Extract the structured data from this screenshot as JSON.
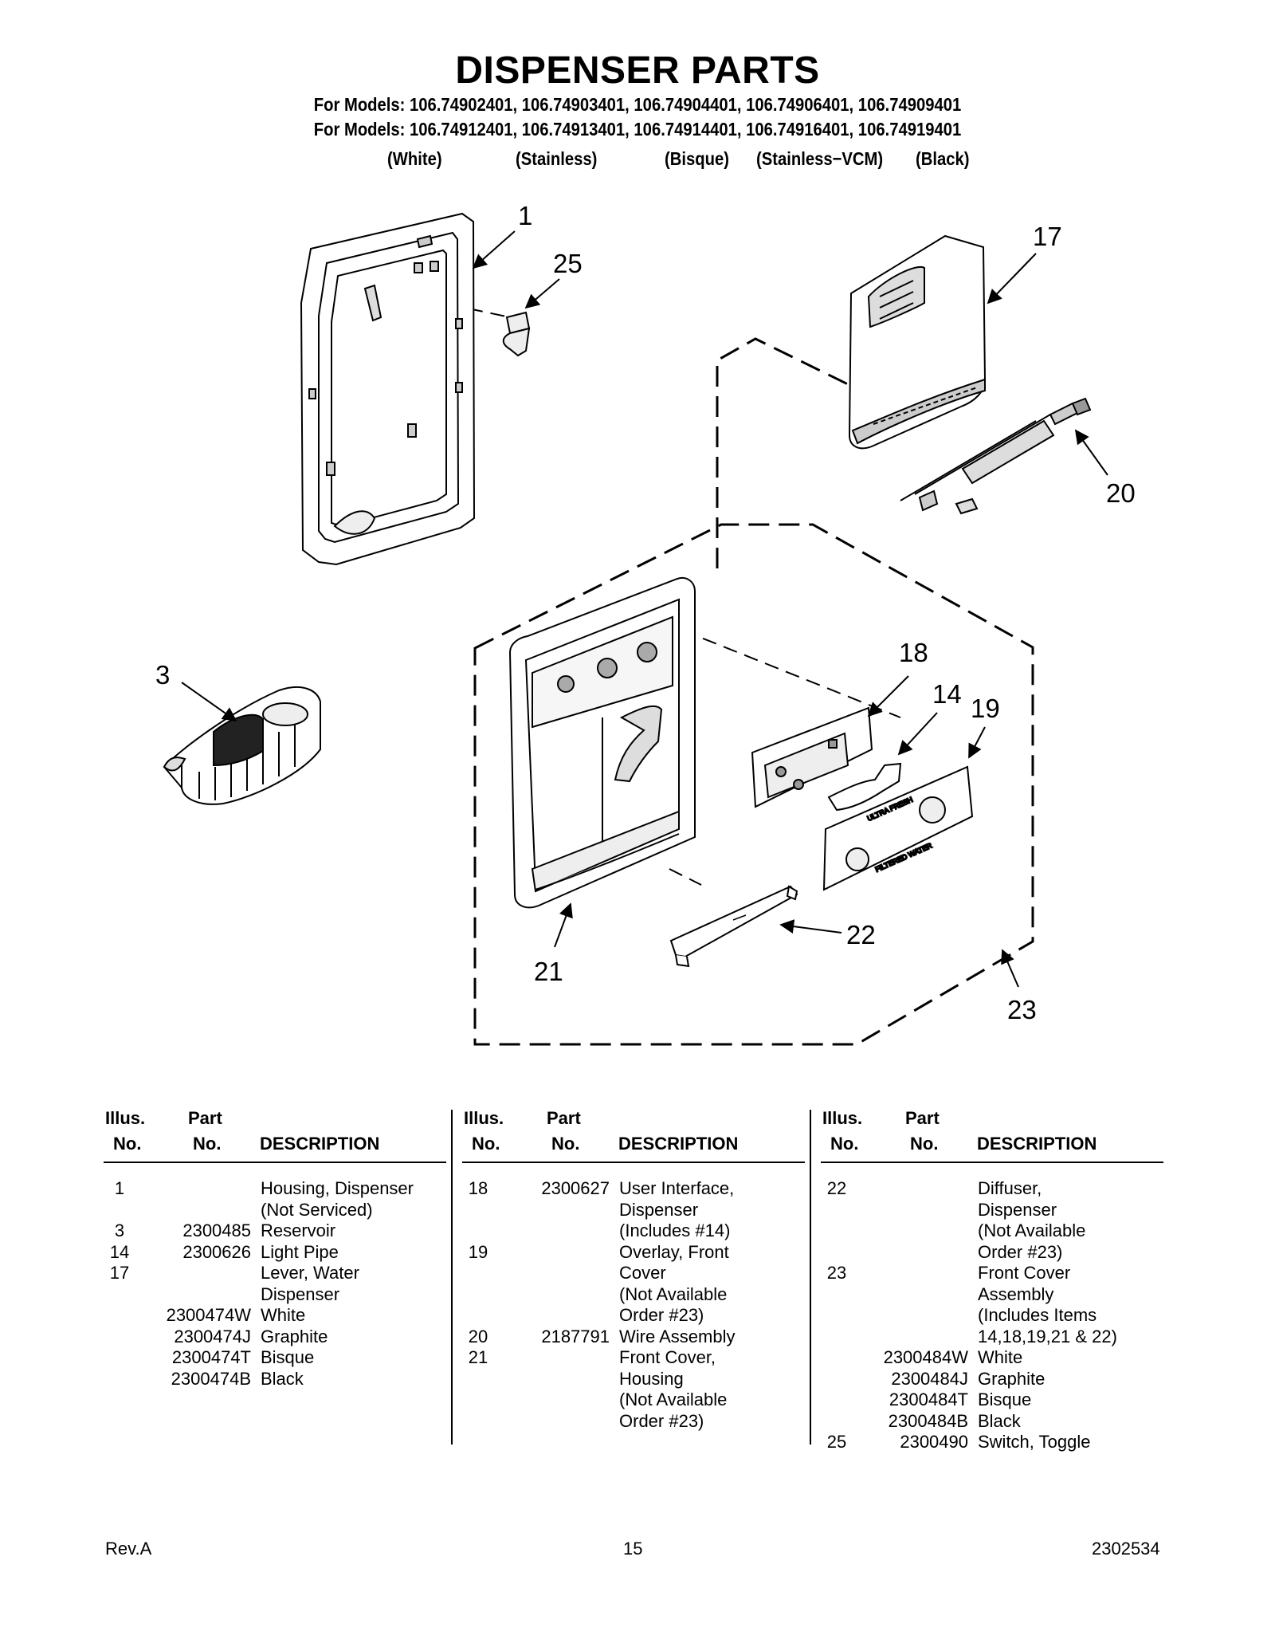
{
  "header": {
    "title": "DISPENSER PARTS",
    "models_line1": "For Models: 106.74902401, 106.74903401, 106.74904401, 106.74906401, 106.74909401",
    "models_line2": "For Models: 106.74912401, 106.74913401, 106.74914401, 106.74916401, 106.74919401",
    "variants": [
      "(White)",
      "(Stainless)",
      "(Bisque)",
      "(Stainless−VCM)",
      "(Black)"
    ]
  },
  "diagram": {
    "callouts": [
      "1",
      "25",
      "17",
      "20",
      "3",
      "18",
      "14",
      "19",
      "22",
      "21",
      "23"
    ],
    "overlay_text": {
      "ultra_fresh": "ULTRA FRESH",
      "filtered_water": "FILTERED WATER"
    }
  },
  "table": {
    "headers": {
      "illus_top": "Illus.",
      "illus_bottom": "No.",
      "part_top": "Part",
      "part_bottom": "No.",
      "description": "DESCRIPTION"
    },
    "columns": [
      [
        {
          "illus": "1",
          "part": "",
          "desc": "Housing, Dispenser"
        },
        {
          "illus": "",
          "part": "",
          "desc": "(Not Serviced)"
        },
        {
          "illus": "3",
          "part": "2300485",
          "desc": "Reservoir"
        },
        {
          "illus": "14",
          "part": "2300626",
          "desc": "Light Pipe"
        },
        {
          "illus": "17",
          "part": "",
          "desc": "Lever, Water"
        },
        {
          "illus": "",
          "part": "",
          "desc": "Dispenser"
        },
        {
          "illus": "",
          "part": "2300474W",
          "desc": "White"
        },
        {
          "illus": "",
          "part": "2300474J",
          "desc": "Graphite"
        },
        {
          "illus": "",
          "part": "2300474T",
          "desc": "Bisque"
        },
        {
          "illus": "",
          "part": "2300474B",
          "desc": "Black"
        }
      ],
      [
        {
          "illus": "18",
          "part": "2300627",
          "desc": "User Interface,"
        },
        {
          "illus": "",
          "part": "",
          "desc": "Dispenser"
        },
        {
          "illus": "",
          "part": "",
          "desc": "(Includes #14)"
        },
        {
          "illus": "19",
          "part": "",
          "desc": "Overlay, Front"
        },
        {
          "illus": "",
          "part": "",
          "desc": "Cover"
        },
        {
          "illus": "",
          "part": "",
          "desc": "(Not Available"
        },
        {
          "illus": "",
          "part": "",
          "desc": "Order #23)"
        },
        {
          "illus": "20",
          "part": "2187791",
          "desc": "Wire Assembly"
        },
        {
          "illus": "21",
          "part": "",
          "desc": "Front Cover,"
        },
        {
          "illus": "",
          "part": "",
          "desc": "Housing"
        },
        {
          "illus": "",
          "part": "",
          "desc": "(Not Available"
        },
        {
          "illus": "",
          "part": "",
          "desc": "Order #23)"
        }
      ],
      [
        {
          "illus": "22",
          "part": "",
          "desc": "Diffuser,"
        },
        {
          "illus": "",
          "part": "",
          "desc": "Dispenser"
        },
        {
          "illus": "",
          "part": "",
          "desc": "(Not Available"
        },
        {
          "illus": "",
          "part": "",
          "desc": "Order #23)"
        },
        {
          "illus": "23",
          "part": "",
          "desc": "Front Cover"
        },
        {
          "illus": "",
          "part": "",
          "desc": "Assembly"
        },
        {
          "illus": "",
          "part": "",
          "desc": "(Includes Items"
        },
        {
          "illus": "",
          "part": "",
          "desc": "14,18,19,21 & 22)"
        },
        {
          "illus": "",
          "part": "2300484W",
          "desc": "White"
        },
        {
          "illus": "",
          "part": "2300484J",
          "desc": "Graphite"
        },
        {
          "illus": "",
          "part": "2300484T",
          "desc": "Bisque"
        },
        {
          "illus": "",
          "part": "2300484B",
          "desc": "Black"
        },
        {
          "illus": "25",
          "part": "2300490",
          "desc": "Switch, Toggle"
        }
      ]
    ]
  },
  "footer": {
    "revision": "Rev.A",
    "page_number": "15",
    "document_number": "2302534"
  }
}
